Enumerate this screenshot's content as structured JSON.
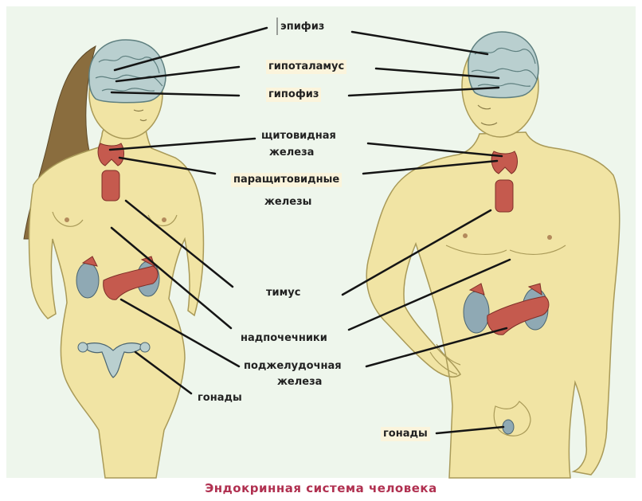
{
  "colors": {
    "background": "#eef6ec",
    "skin": "#f1e4a4",
    "skin_outline": "#a99a58",
    "hair": "#8a6d3e",
    "brain": "#b9cfcf",
    "gland_red": "#c55a4e",
    "kidney": "#8fa9b4",
    "leader_line": "#151515",
    "caption": "#b03050"
  },
  "labels": {
    "epiphysis": "эпифиз",
    "hypothalamus": "гипоталамус",
    "hypophysis": "гипофиз",
    "thyroid_line1": "щитовидная",
    "thyroid_line2": "железа",
    "parathyroid_line1": "паращитовидные",
    "parathyroid_line2": "железы",
    "thymus": "тимус",
    "adrenals": "надпочечники",
    "pancreas_line1": "поджелудочная",
    "pancreas_line2": "железа",
    "gonads_female": "гонады",
    "gonads_male": "гонады"
  },
  "caption": "Эндокринная система  человека"
}
